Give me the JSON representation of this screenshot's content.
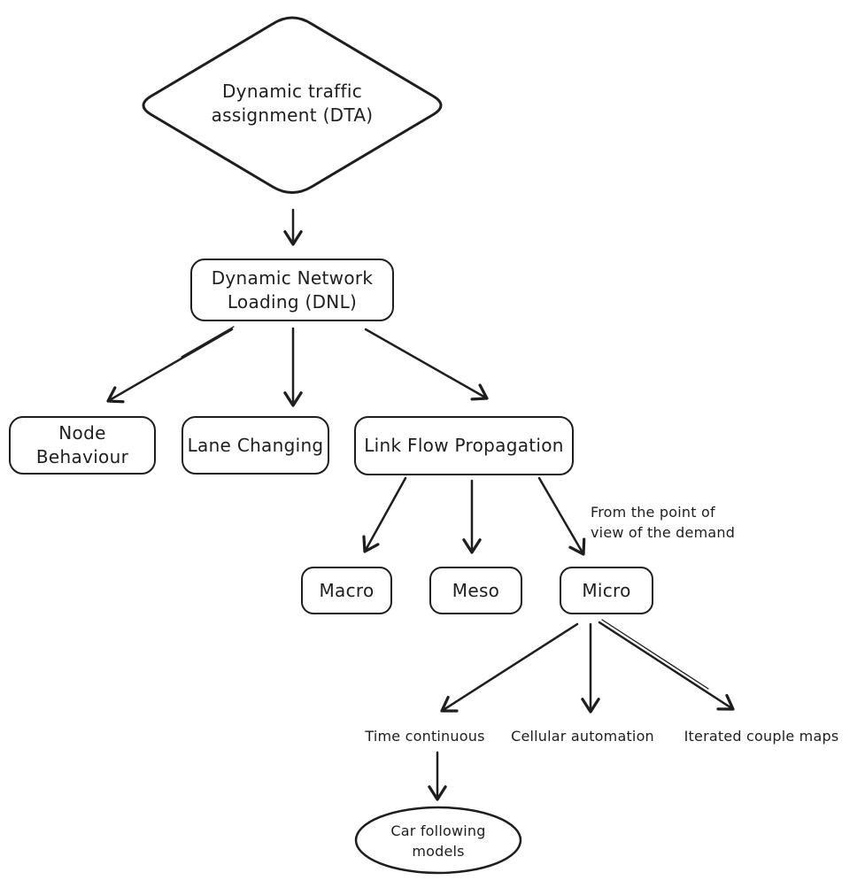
{
  "diagram": {
    "colors": {
      "stroke": "#1e1e1e",
      "background": "#ffffff"
    },
    "root_node": {
      "label": "Dynamic traffic\nassignment (DTA)",
      "shape": "diamond"
    },
    "dnl_node": {
      "label": "Dynamic Network\nLoading (DNL)",
      "shape": "rounded-rectangle"
    },
    "level2_nodes": [
      {
        "label": "Node Behaviour"
      },
      {
        "label": "Lane Changing"
      },
      {
        "label": "Link Flow Propagation"
      }
    ],
    "level3_nodes": [
      {
        "label": "Macro"
      },
      {
        "label": "Meso"
      },
      {
        "label": "Micro"
      }
    ],
    "annotation": "From the point of\nview of the demand",
    "level4_labels": [
      {
        "label": "Time continuous"
      },
      {
        "label": "Cellular automation"
      },
      {
        "label": "Iterated couple maps"
      }
    ],
    "terminal_node": {
      "label": "Car following\nmodels",
      "shape": "ellipse"
    }
  }
}
